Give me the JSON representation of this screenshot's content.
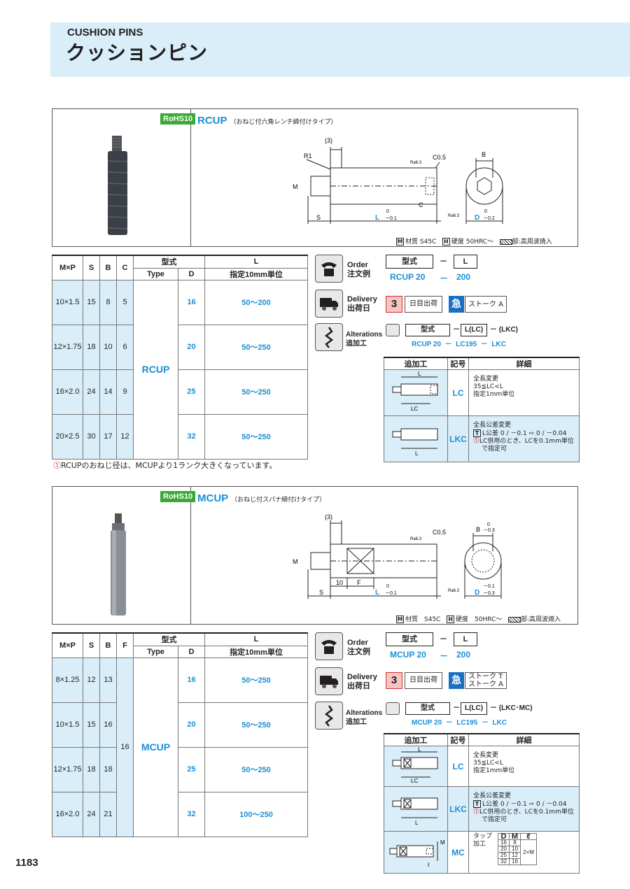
{
  "header": {
    "en": "CUSHION PINS",
    "jp": "クッションピン"
  },
  "page_number": "1183",
  "rcup": {
    "rohs": "RoHS10",
    "name": "RCUP",
    "desc": "（おねじ付六角レンチ締付けタイプ）",
    "legend": {
      "m": "M",
      "material": "材質 S45C",
      "h": "H",
      "hardness": "硬度 50HRC～",
      "hf": "部:高周波焼入"
    },
    "dims": {
      "r1": "R1",
      "p3": "(3)",
      "c05": "C0.5",
      "b": "B",
      "m": "M",
      "s": "S",
      "l": "L",
      "l_tol_up": "0",
      "l_tol_dn": "－0.1",
      "c": "C",
      "d": "D",
      "d_tol_up": "0",
      "d_tol_dn": "－0.2",
      "ra": "Ra6.3"
    },
    "table": {
      "h_mp": "M×P",
      "h_s": "S",
      "h_b": "B",
      "h_c": "C",
      "h_kata": "型式",
      "h_type": "Type",
      "h_d": "D",
      "h_l": "L",
      "h_l2": "指定10mm単位",
      "type": "RCUP",
      "rows": [
        {
          "mp": "10×1.5",
          "s": "15",
          "b": "8",
          "c": "5",
          "d": "16",
          "l": "50～200"
        },
        {
          "mp": "12×1.75",
          "s": "18",
          "b": "10",
          "c": "6",
          "d": "20",
          "l": "50～250"
        },
        {
          "mp": "16×2.0",
          "s": "24",
          "b": "14",
          "c": "9",
          "d": "25",
          "l": "50～250"
        },
        {
          "mp": "20×2.5",
          "s": "30",
          "b": "17",
          "c": "12",
          "d": "32",
          "l": "50～250"
        }
      ]
    },
    "note": "RCUPのおねじ径は、MCUPより1ランク大きくなっています。",
    "order": {
      "lbl1": "Order",
      "lbl2": "注文例",
      "kata": "型式",
      "dash": "－",
      "l": "L",
      "ex_type": "RCUP 20",
      "ex_dash": "－",
      "ex_l": "200"
    },
    "delivery": {
      "lbl1": "Delivery",
      "lbl2": "出荷日",
      "days": "3",
      "days_txt": "日目出荷",
      "kyu": "急",
      "stroke": "ストーク A"
    },
    "alterations": {
      "lbl1": "Alterations",
      "lbl2": "追加工",
      "kata": "型式",
      "dash": "－",
      "llc": "L(LC)",
      "rest": "－ (LKC)",
      "ex": "RCUP 20  －  LC195  －  LKC"
    },
    "alt_table": {
      "h1": "追加工",
      "h2": "記号",
      "h3": "詳細",
      "rows": [
        {
          "sym": "LC",
          "d1": "全長変更",
          "d2": "35≦LC<L",
          "d3": "指定1mm単位",
          "f_l": "L",
          "f_lc": "LC"
        },
        {
          "sym": "LKC",
          "d1": "全長公差変更",
          "d2": "L公差",
          "d2b": "0 / －0.1 ⇨ 0 / －0.04",
          "d3": "LC併用のとき、LCを0.1mm単位",
          "d4": "で指定可",
          "f_l": "L"
        }
      ]
    }
  },
  "mcup": {
    "rohs": "RoHS10",
    "name": "MCUP",
    "desc": "（おねじ付スパナ締付けタイプ）",
    "legend": {
      "m": "M",
      "material": "材質　S45C",
      "h": "H",
      "hardness": "硬度　50HRC～",
      "hf": "部:高周波焼入"
    },
    "dims": {
      "p3": "(3)",
      "c05": "C0.5",
      "b": "B",
      "b_up": "0",
      "b_dn": "－0.3",
      "m": "M",
      "s": "S",
      "ten": "10",
      "f": "F",
      "l": "L",
      "l_up": "0",
      "l_dn": "－0.1",
      "d": "D",
      "d_up": "－0.1",
      "d_dn": "－0.3",
      "ra": "Ra6.3"
    },
    "table": {
      "h_mp": "M×P",
      "h_s": "S",
      "h_b": "B",
      "h_f": "F",
      "h_kata": "型式",
      "h_type": "Type",
      "h_d": "D",
      "h_l": "L",
      "h_l2": "指定10mm単位",
      "type": "MCUP",
      "f": "16",
      "rows": [
        {
          "mp": "8×1.25",
          "s": "12",
          "b": "13",
          "d": "16",
          "l": "50～250"
        },
        {
          "mp": "10×1.5",
          "s": "15",
          "b": "16",
          "d": "20",
          "l": "50～250"
        },
        {
          "mp": "12×1.75",
          "s": "18",
          "b": "18",
          "d": "25",
          "l": "50～250"
        },
        {
          "mp": "16×2.0",
          "s": "24",
          "b": "21",
          "d": "32",
          "l": "100～250"
        }
      ]
    },
    "order": {
      "lbl1": "Order",
      "lbl2": "注文例",
      "kata": "型式",
      "dash": "－",
      "l": "L",
      "ex_type": "MCUP 20",
      "ex_dash": "－",
      "ex_l": "200"
    },
    "delivery": {
      "lbl1": "Delivery",
      "lbl2": "出荷日",
      "days": "3",
      "days_txt": "日目出荷",
      "kyu": "急",
      "stroke1": "ストーク T",
      "stroke2": "ストーク A"
    },
    "alterations": {
      "lbl1": "Alterations",
      "lbl2": "追加工",
      "kata": "型式",
      "dash": "－",
      "llc": "L(LC)",
      "rest": "－ (LKC･MC)",
      "ex": "MCUP 20  －  LC195  －  LKC"
    },
    "alt_table": {
      "h1": "追加工",
      "h2": "記号",
      "h3": "詳細",
      "rows": [
        {
          "sym": "LC",
          "d1": "全長変更",
          "d2": "35≦LC<L",
          "d3": "指定1mm単位",
          "f_l": "L",
          "f_lc": "LC"
        },
        {
          "sym": "LKC",
          "d1": "全長公差変更",
          "d2": "L公差",
          "d2b": "0 / －0.1 ⇨ 0 / －0.04",
          "d3": "LC併用のとき、LCを0.1mm単位",
          "d4": "で指定可",
          "f_l": "L"
        },
        {
          "sym": "MC",
          "d1": "タップ",
          "d2": "加工",
          "f_m": "M",
          "f_ell": "ℓ",
          "mini": {
            "h": [
              "D",
              "M",
              "ℓ"
            ],
            "rows": [
              [
                "16",
                "8"
              ],
              [
                "20",
                "10"
              ],
              [
                "25",
                "12"
              ],
              [
                "32",
                "16"
              ]
            ],
            "ell": "2×M"
          }
        }
      ]
    }
  }
}
